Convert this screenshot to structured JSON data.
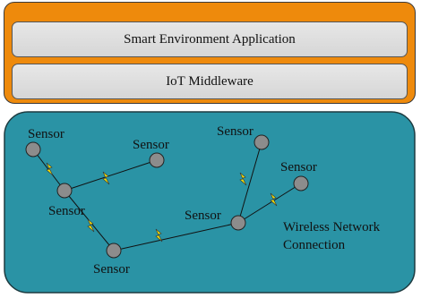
{
  "layers": {
    "application": "Smart Environment Application",
    "middleware": "IoT Middleware"
  },
  "network": {
    "node_label": "Sensor",
    "connection_label_line1": "Wireless Network",
    "connection_label_line2": "Connection"
  },
  "colors": {
    "layer_container": "#ee8a0c",
    "layer_bar": "#dcdcdc",
    "network_area": "#2a93a5",
    "sensor_node": "#8c8c8c",
    "link_icon": "#f3df0a"
  }
}
